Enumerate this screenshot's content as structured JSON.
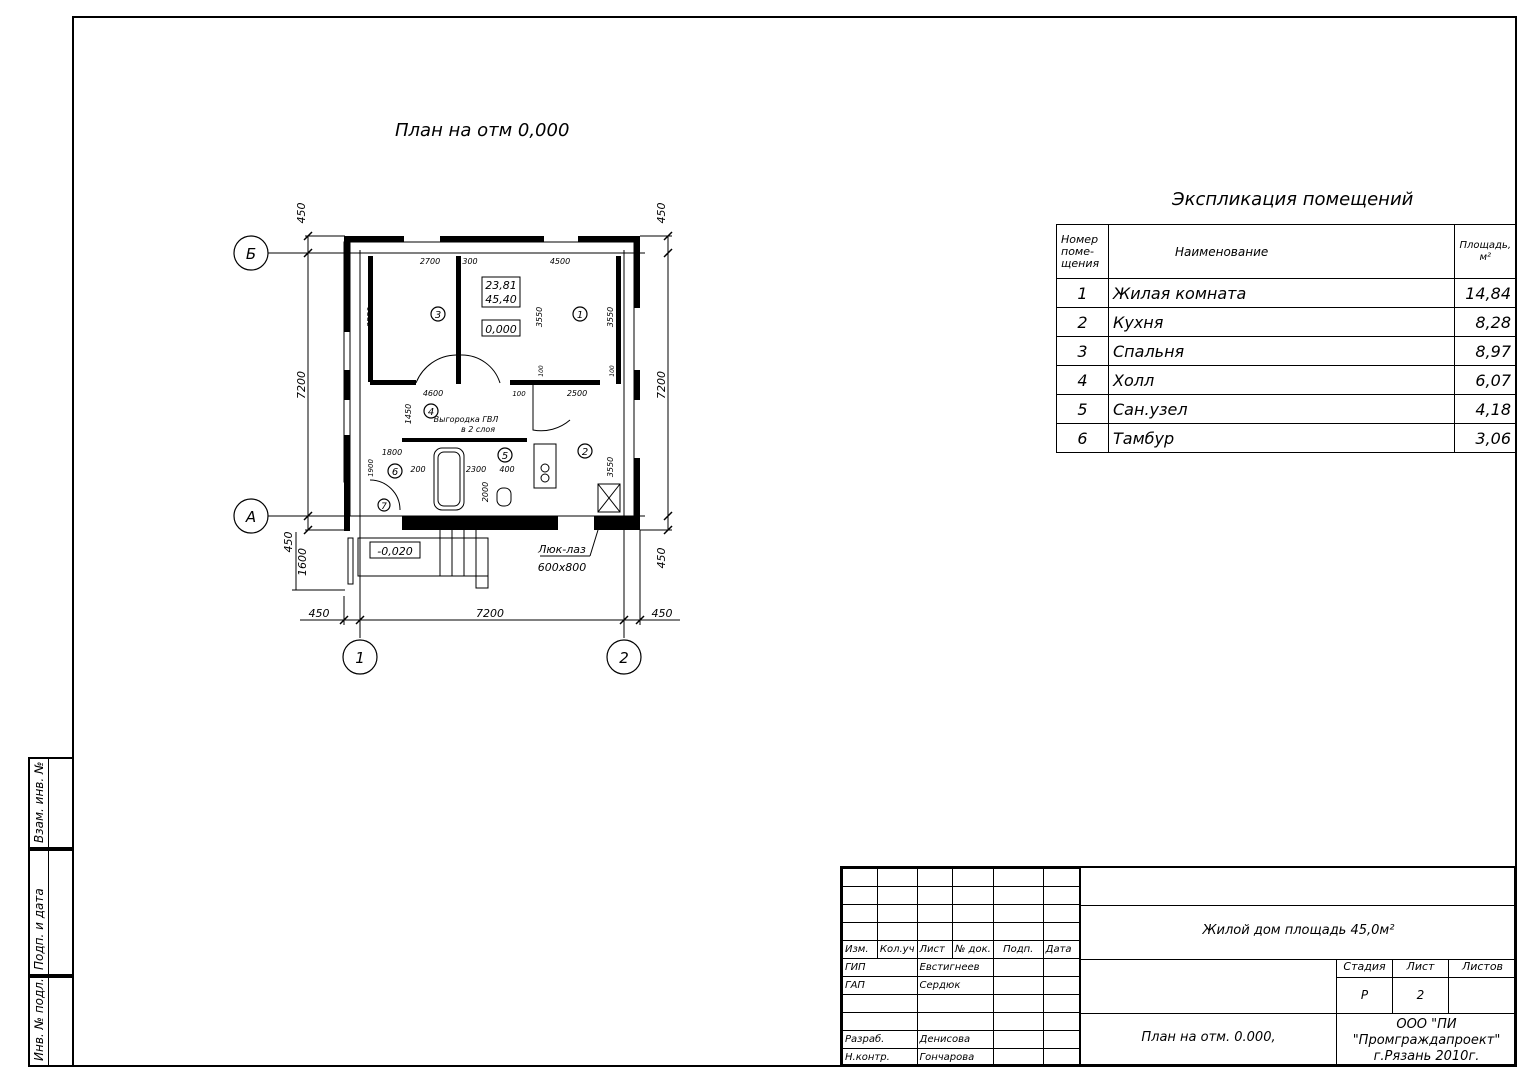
{
  "plan": {
    "title": "План на отм 0,000",
    "axis_letters": [
      "Б",
      "А"
    ],
    "axis_numbers": [
      "1",
      "2"
    ],
    "dims": {
      "top_left": "450",
      "top_right": "450",
      "left_total": "7200",
      "right_total": "7200",
      "bottom_total": "7200",
      "bottom_left": "450",
      "bottom_right": "450",
      "left_low_a": "450",
      "left_low_b": "1600",
      "right_low": "450",
      "d2700": "2700",
      "d300": "300",
      "d4500": "4500",
      "d3550a": "3550",
      "d3550b": "3550",
      "d3550c": "3550",
      "d3550d": "3550",
      "d4600": "4600",
      "d2500": "2500",
      "d100a": "100",
      "d100b": "100",
      "d100c": "100",
      "d1450": "1450",
      "d1800": "1800",
      "d1900": "1900",
      "d200": "200",
      "d2300": "2300",
      "d400": "400",
      "d2000": "2000"
    },
    "area_box": {
      "line1": "23,81",
      "line2": "45,40",
      "level": "0,000"
    },
    "level_entry": "-0,020",
    "note_gvl": {
      "line1": "Выгородка ГВЛ",
      "line2": "в 2 слоя"
    },
    "hatch_note": {
      "line1": "Люк-лаз",
      "line2": "600х800"
    },
    "room_marks": [
      "1",
      "2",
      "3",
      "4",
      "5",
      "6",
      "7"
    ]
  },
  "explication": {
    "title": "Экспликация помещений",
    "header": {
      "num": [
        "Номер",
        "поме-",
        "щения"
      ],
      "name": "Наименование",
      "area": [
        "Площадь,",
        "м²"
      ]
    },
    "rows": [
      {
        "num": "1",
        "name": "Жилая комната",
        "area": "14,84"
      },
      {
        "num": "2",
        "name": "Кухня",
        "area": "8,28"
      },
      {
        "num": "3",
        "name": "Спальня",
        "area": "8,97"
      },
      {
        "num": "4",
        "name": "Холл",
        "area": "6,07"
      },
      {
        "num": "5",
        "name": "Сан.узел",
        "area": "4,18"
      },
      {
        "num": "6",
        "name": "Тамбур",
        "area": "3,06"
      }
    ]
  },
  "sidebar": {
    "f1": "Взам. инв. №",
    "f2": "Подп. и дата",
    "f3": "Инв. № подл."
  },
  "stamp": {
    "col_headers": [
      "Изм.",
      "Кол.уч",
      "Лист",
      "№ док.",
      "Подп.",
      "Дата"
    ],
    "rows": [
      {
        "role": "ГИП",
        "name": "Евстигнеев"
      },
      {
        "role": "ГАП",
        "name": "Сердюк"
      },
      {
        "role": "Разраб.",
        "name": "Денисова"
      },
      {
        "role": "Н.контр.",
        "name": "Гончарова"
      }
    ],
    "project": "Жилой дом площадь 45,0м²",
    "sheet_title": "План на отм. 0.000,",
    "stage_label": "Стадия",
    "sheet_label": "Лист",
    "sheets_label": "Листов",
    "stage": "Р",
    "sheet": "2",
    "org": {
      "line1": "ООО \"ПИ",
      "line2": "\"Промграждапроект\"",
      "line3": "г.Рязань 2010г."
    }
  }
}
